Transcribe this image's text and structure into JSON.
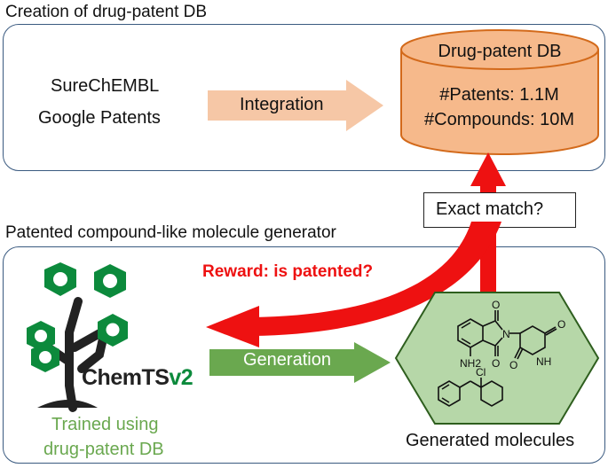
{
  "top_section": {
    "title": "Creation of drug-patent DB",
    "sources": [
      "SureChEMBL",
      "Google Patents"
    ],
    "integration_label": "Integration",
    "db": {
      "label": "Drug-patent DB",
      "patents": "#Patents: 1.1M",
      "compounds": "#Compounds: 10M"
    }
  },
  "middle": {
    "exact_match_label": "Exact match?"
  },
  "bottom_section": {
    "title": "Patented compound-like molecule generator",
    "reward_label": "Reward: is patented?",
    "generation_label": "Generation",
    "generator_logo_text_main": "ChemTS",
    "generator_logo_text_suffix": "v2",
    "generator_caption_line1": "Trained using",
    "generator_caption_line2": "drug-patent DB",
    "molecules_label": "Generated molecules",
    "molecule_atoms": [
      "O",
      "N",
      "O",
      "O",
      "NH",
      "O",
      "NH2",
      "Cl"
    ]
  },
  "colors": {
    "panel_border": "#3a5a80",
    "integration_arrow": "#f6c7a6",
    "db_fill": "#f6b98b",
    "db_border": "#d36a1b",
    "reward_red": "#ee1111",
    "generation_green": "#6aa84f",
    "hexagon_fill": "#b6d7a8",
    "hexagon_border": "#2e5e1e",
    "tree_green": "#0c8a3c",
    "caption_green": "#6aa84f"
  }
}
